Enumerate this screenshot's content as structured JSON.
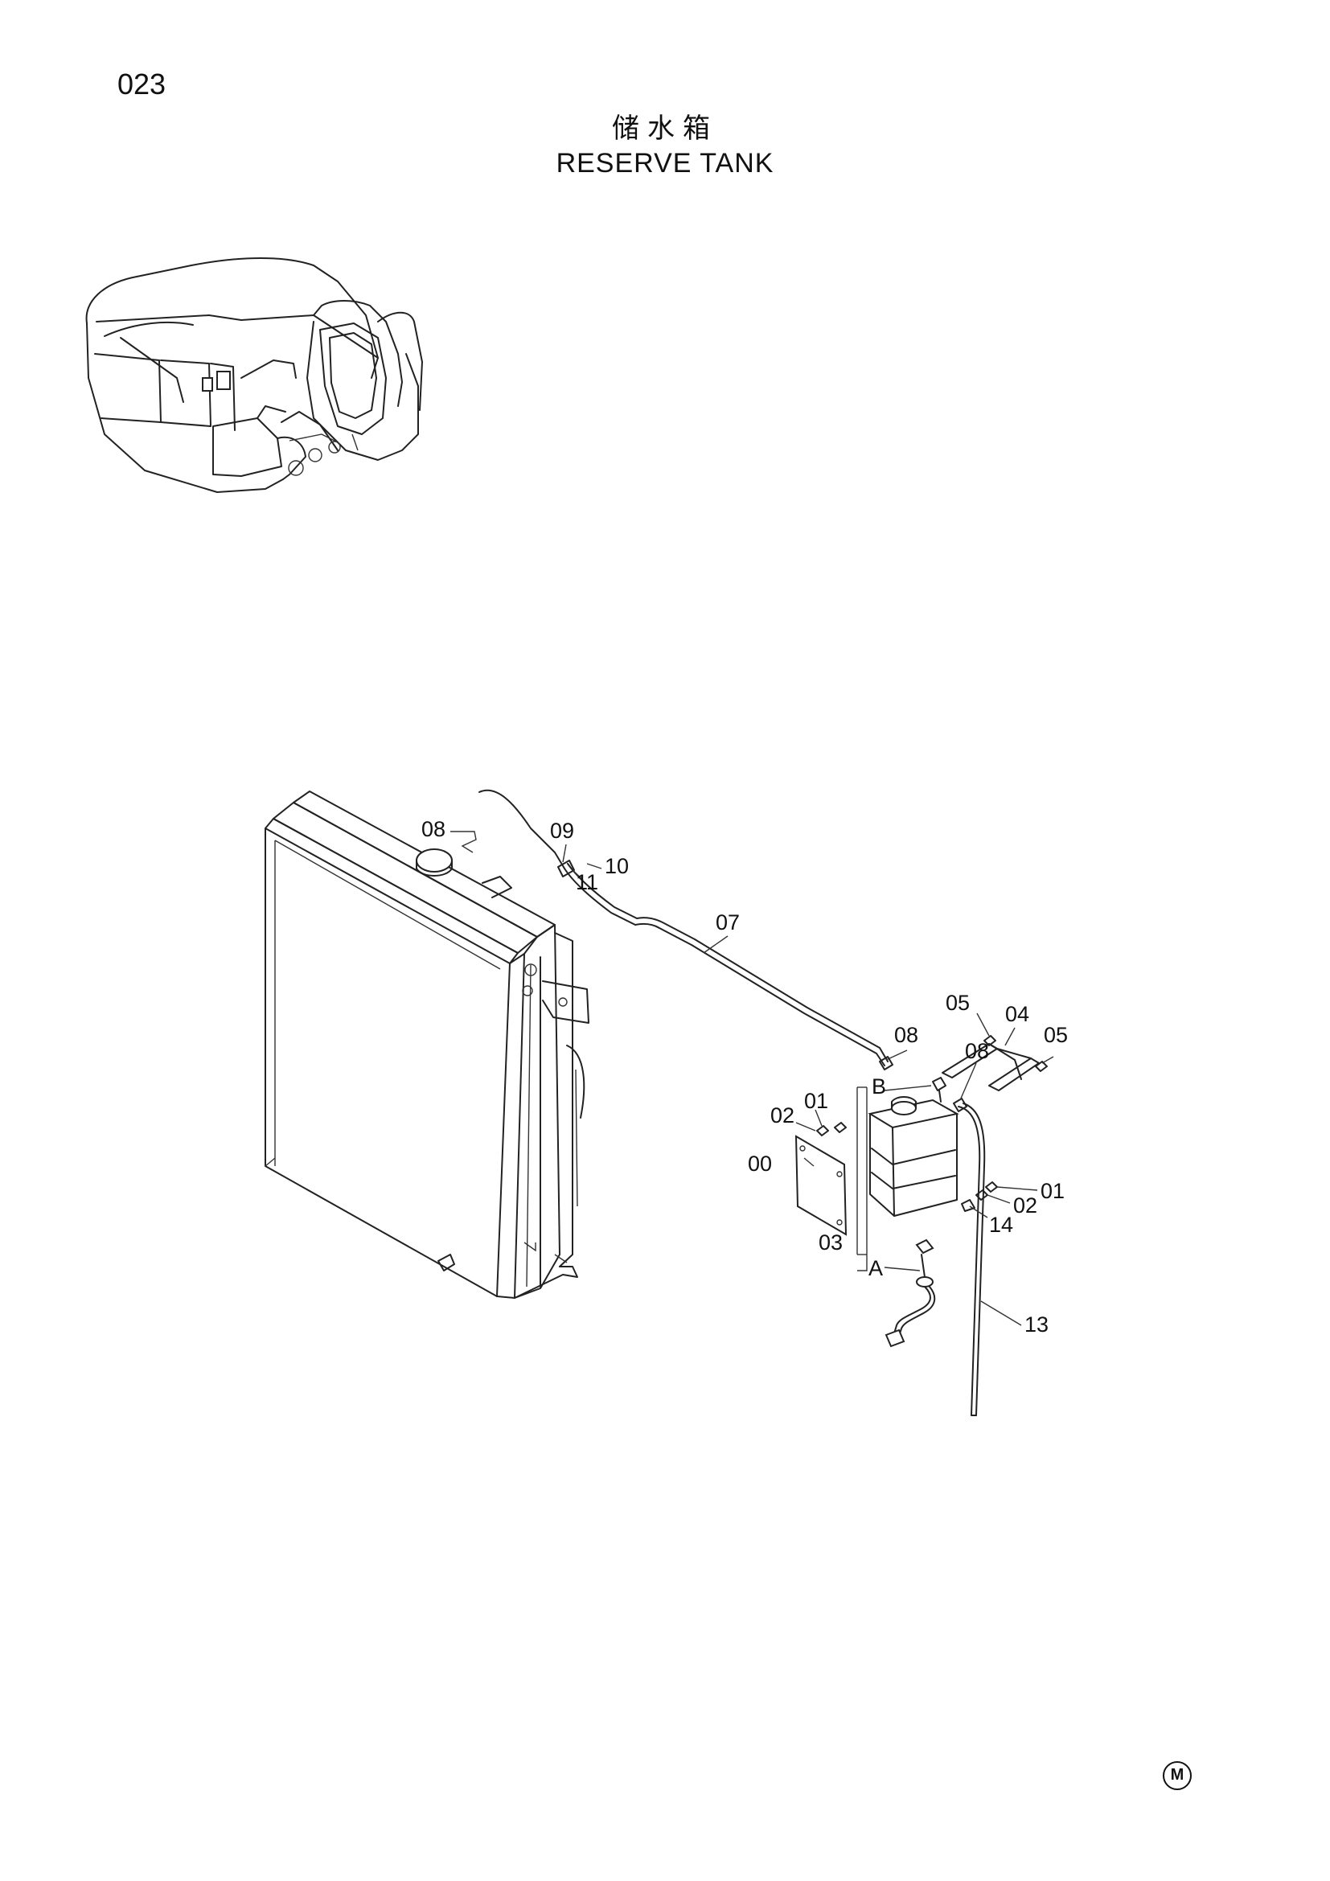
{
  "page_number": "023",
  "title_cn": "储水箱",
  "title_en": "RESERVE TANK",
  "labels": {
    "p00": "00",
    "p01_left": "01",
    "p01_right": "01",
    "p02_left": "02",
    "p02_right": "02",
    "p03": "03",
    "p04": "04",
    "p05_left": "05",
    "p05_right": "05",
    "p07": "07",
    "p08_top": "08",
    "p08_tank": "08",
    "p08_right": "08",
    "p09": "09",
    "p10": "10",
    "p11": "11",
    "p13": "13",
    "p14": "14",
    "refA": "A",
    "refB": "B"
  },
  "mark_symbol": "M"
}
